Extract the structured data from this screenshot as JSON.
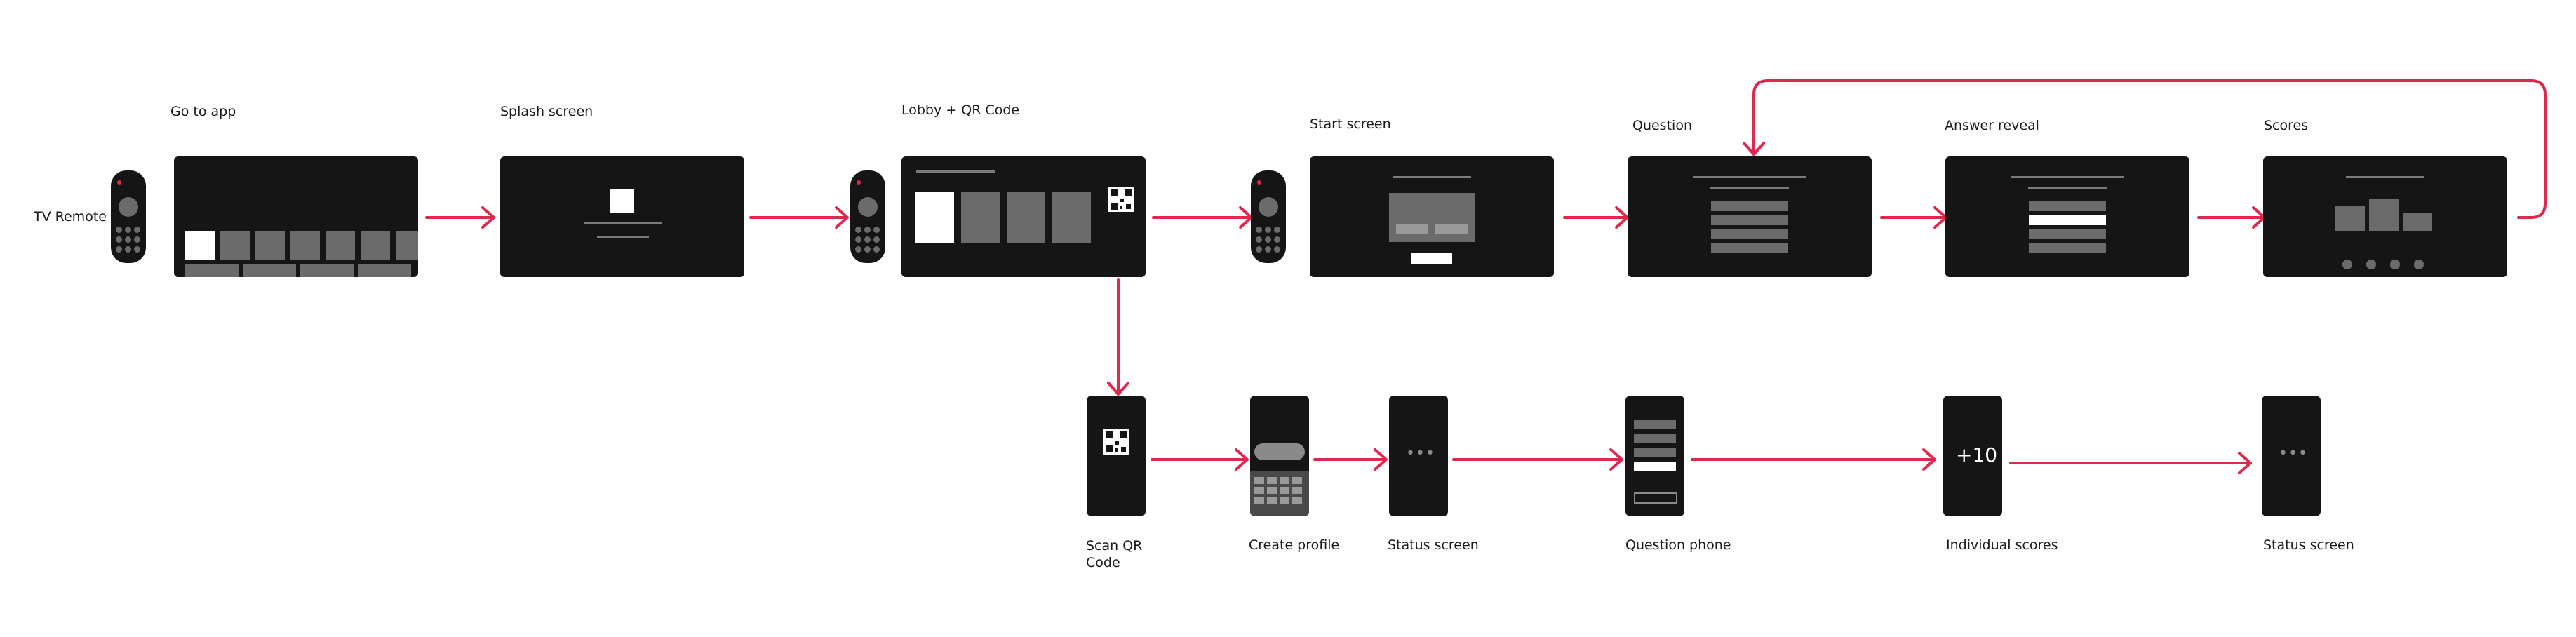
{
  "labels": {
    "tv_remote": "TV Remote",
    "go_to_app": "Go to app",
    "splash_screen": "Splash screen",
    "lobby_qr": "Lobby + QR Code",
    "start_screen": "Start screen",
    "question": "Question",
    "answer_reveal": "Answer reveal",
    "scores": "Scores",
    "scan_qr": "Scan QR Code",
    "create_profile": "Create profile",
    "status_screen_1": "Status screen",
    "question_phone": "Question phone",
    "individual_scores": "Individual scores",
    "status_screen_2": "Status screen"
  },
  "phone_text": {
    "score_value": "+10",
    "status_dots": "•••"
  },
  "colors": {
    "arrow": "#e0284e",
    "screen": "#151515",
    "placeholder": "#6b6b6b",
    "highlight": "#ffffff"
  }
}
